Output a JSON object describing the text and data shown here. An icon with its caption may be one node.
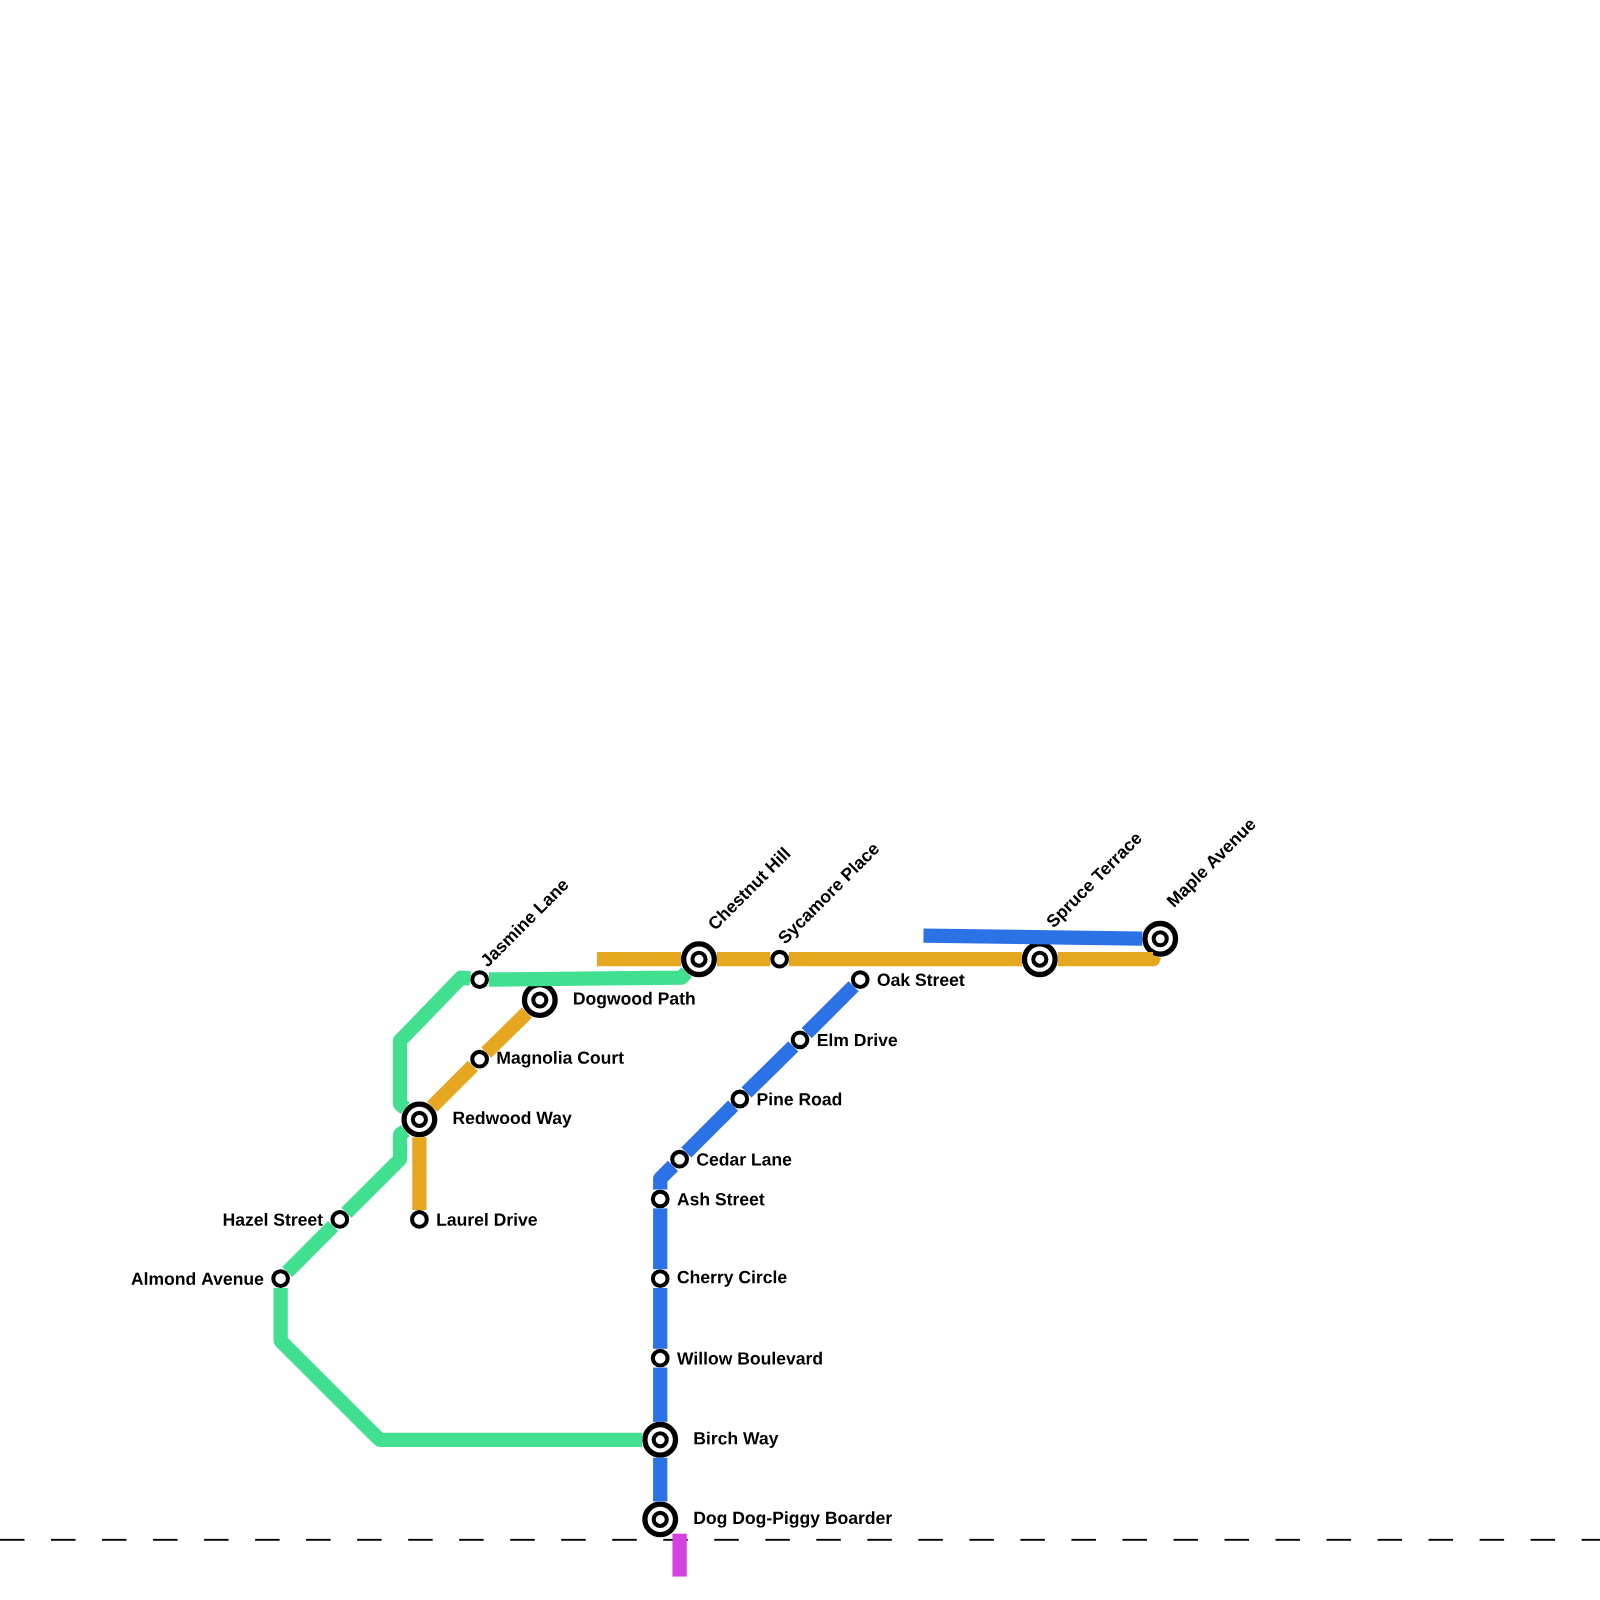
{
  "diagram": {
    "nodes": [
      {
        "text": [
          "Jasmine Lane"
        ]
      },
      {
        "text": [
          "Dogwood Path"
        ]
      },
      {
        "text": [
          "Magnolia Court"
        ]
      },
      {
        "text": [
          "Redwood Way"
        ]
      },
      {
        "text": [
          "Hazel Street"
        ]
      },
      {
        "text": [
          "Laurel Drive"
        ]
      },
      {
        "text": [
          "Almond Avenue"
        ]
      },
      {
        "text": [
          "Chestnut Hill"
        ]
      },
      {
        "text": [
          "Sycamore Place"
        ]
      },
      {
        "text": [
          "Oak Street"
        ]
      },
      {
        "text": [
          "Elm Drive"
        ]
      },
      {
        "text": [
          "Pine Road"
        ]
      },
      {
        "text": [
          "Cedar Lane"
        ]
      },
      {
        "text": [
          "Ash Street"
        ]
      },
      {
        "text": [
          "Cherry Circle"
        ]
      },
      {
        "text": [
          "Willow Boulevard"
        ]
      },
      {
        "text": [
          "Birch Way"
        ]
      },
      {
        "text": [
          "Spruce Terrace"
        ]
      },
      {
        "text": [
          "Maple Avenue"
        ]
      },
      {
        "text": [
          "Dog Dog-Piggy Boarder"
        ]
      }
    ],
    "edges": [
      {
        "from": 16,
        "to": 6,
        "arrow": "none",
        "color": "#40e090"
      },
      {
        "from": 6,
        "to": 4,
        "arrow": "none",
        "color": "#40e090"
      },
      {
        "from": 4,
        "to": 3,
        "arrow": "none",
        "color": "#40e090"
      },
      {
        "from": 3,
        "to": 0,
        "arrow": "none",
        "color": "#40e090"
      },
      {
        "from": 0,
        "to": 7,
        "arrow": "none",
        "color": "#40e090"
      },
      {
        "from": 5,
        "to": 3,
        "arrow": "none",
        "color": "#e5a620"
      },
      {
        "from": 3,
        "to": 2,
        "arrow": "none",
        "color": "#e5a620"
      },
      {
        "from": 2,
        "to": 1,
        "arrow": "none",
        "color": "#e5a620"
      },
      {
        "from": null,
        "to": 7,
        "arrow": "none",
        "color": "#e5a620"
      },
      {
        "from": 7,
        "to": 8,
        "arrow": "none",
        "color": "#e5a620"
      },
      {
        "from": 8,
        "to": 17,
        "arrow": "none",
        "color": "#e5a620"
      },
      {
        "from": 17,
        "to": 18,
        "arrow": "none",
        "color": "#e5a620"
      },
      {
        "from": null,
        "to": 18,
        "arrow": "none",
        "color": "#2b72e6"
      },
      {
        "from": 9,
        "to": 10,
        "arrow": "none",
        "color": "#2b72e6"
      },
      {
        "from": 10,
        "to": 11,
        "arrow": "none",
        "color": "#2b72e6"
      },
      {
        "from": 11,
        "to": 12,
        "arrow": "none",
        "color": "#2b72e6"
      },
      {
        "from": 12,
        "to": 13,
        "arrow": "none",
        "color": "#2b72e6"
      },
      {
        "from": 13,
        "to": 14,
        "arrow": "none",
        "color": "#2b72e6"
      },
      {
        "from": 14,
        "to": 15,
        "arrow": "none",
        "color": "#2b72e6"
      },
      {
        "from": 15,
        "to": 16,
        "arrow": "none",
        "color": "#2b72e6"
      },
      {
        "from": 16,
        "to": 19,
        "arrow": "none",
        "color": "#2b72e6"
      },
      {
        "from": 19,
        "to": null,
        "arrow": "none",
        "color": "#d63fe0"
      }
    ]
  }
}
